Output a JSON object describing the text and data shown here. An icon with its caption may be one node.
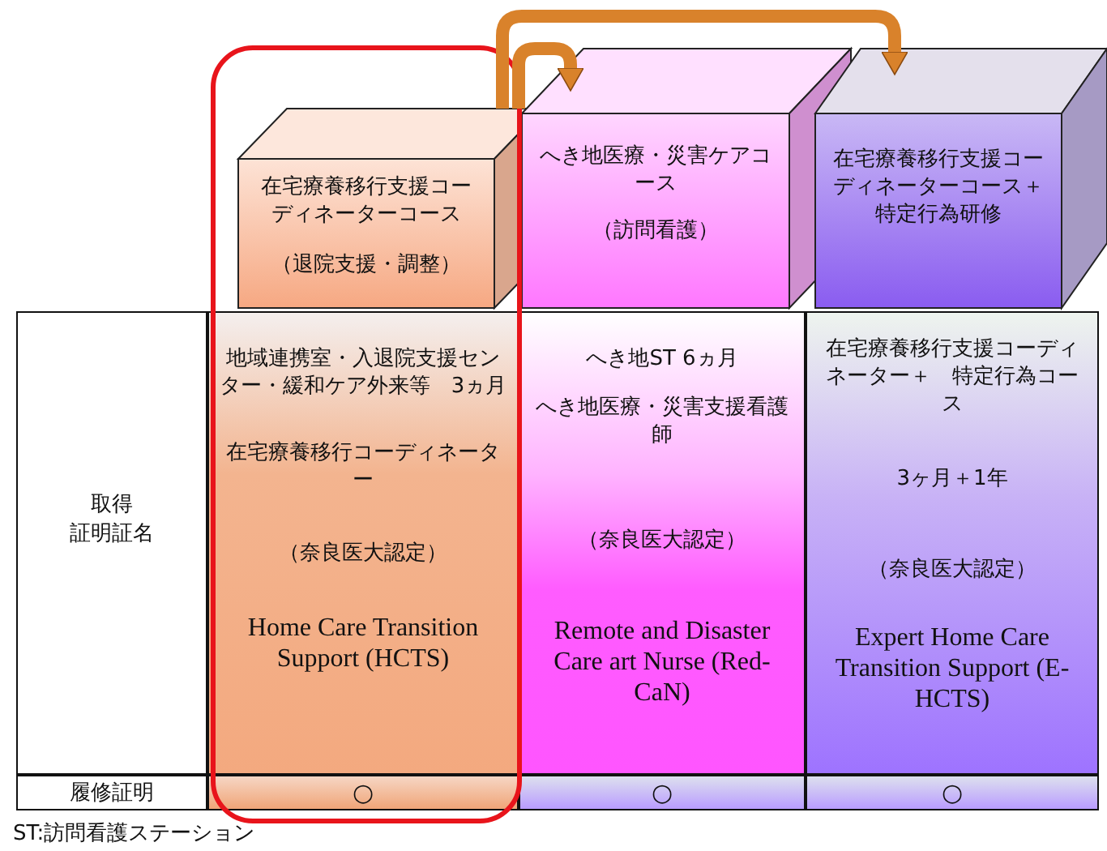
{
  "diagram": {
    "nodes": [
      {
        "text": [
          "在宅療養移行支援コーディネーターコース",
          "（退院支援・調整）"
        ]
      },
      {
        "text": [
          "へき地医療・災害ケアコース",
          "（訪問看護）"
        ]
      },
      {
        "text": [
          "在宅療養移行支援コーディネーターコース＋特定行為研修"
        ]
      },
      {
        "text": [
          "取得",
          "証明証名"
        ]
      },
      {
        "text": [
          "地域連携室・入退院支援センター・緩和ケア外来等　3ヵ月",
          "在宅療養移行コーディネーター",
          "（奈良医大認定）",
          "Home Care Transition Support (HCTS)"
        ]
      },
      {
        "text": [
          "へき地ST 6ヵ月",
          "へき地医療・災害支援看護師",
          "（奈良医大認定）",
          "Remote and Disaster Care art Nurse (Red-CaN)"
        ]
      },
      {
        "text": [
          "在宅療養移行支援コーディネーター＋　特定行為コース",
          "3ヶ月＋1年",
          "（奈良医大認定）",
          "Expert Home Care Transition Support (E-HCTS)"
        ]
      },
      {
        "text": [
          "履修証明"
        ]
      },
      {
        "text": [
          "○"
        ]
      },
      {
        "text": [
          "○"
        ]
      },
      {
        "text": [
          "○"
        ]
      }
    ],
    "edges": [
      {
        "from": 0,
        "to": 1,
        "arrow": "to"
      },
      {
        "from": 0,
        "to": 2,
        "arrow": "to"
      }
    ],
    "labels": [
      "ST:訪問看護ステーション"
    ]
  }
}
